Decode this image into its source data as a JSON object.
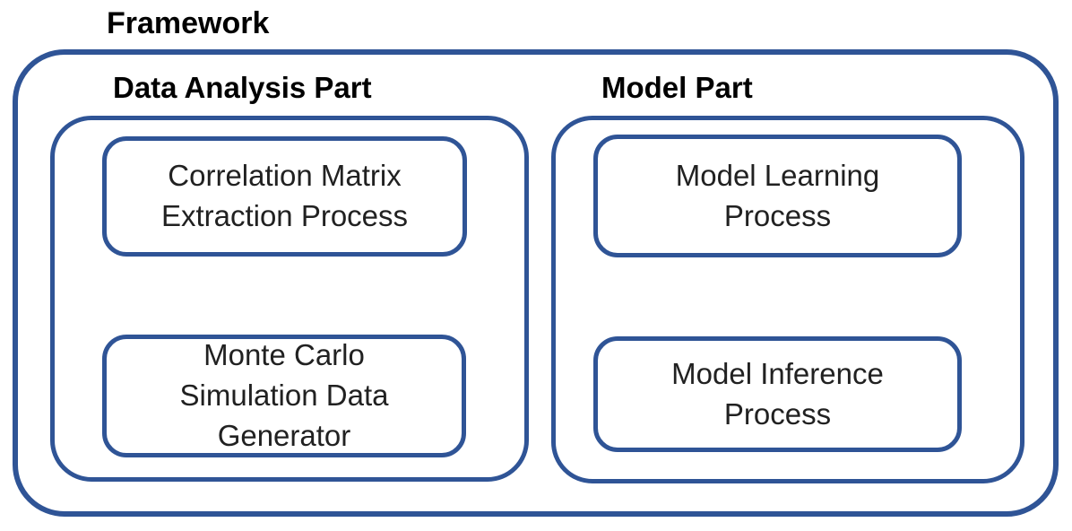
{
  "page": {
    "background": "#ffffff",
    "accent_border_color": "#2F5496",
    "heading_text_color": "#000000",
    "body_text_color": "#212121"
  },
  "diagram": {
    "title": "Framework",
    "sections": [
      {
        "label": "Data Analysis Part",
        "boxes": [
          {
            "label": "Correlation Matrix\nExtraction Process"
          },
          {
            "label": "Monte Carlo\nSimulation Data\nGenerator"
          }
        ]
      },
      {
        "label": "Model Part",
        "boxes": [
          {
            "label": "Model Learning\nProcess"
          },
          {
            "label": "Model Inference\nProcess"
          }
        ]
      }
    ]
  }
}
